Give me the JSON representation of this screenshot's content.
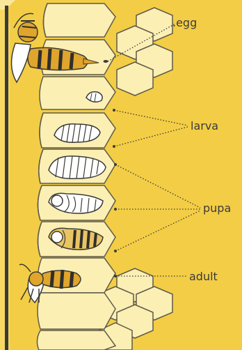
{
  "diagram": {
    "stage_labels": {
      "egg": ".egg",
      "larva": "larva",
      "pupa": "pupa",
      "adult": "adult"
    },
    "colors": {
      "background": "#f3cd45",
      "cell_fill": "#fbefb4",
      "cell_stroke": "#5e5a4a",
      "border_dark": "#3a3a36",
      "text": "#3b3b3b",
      "leader_line": "#3b3b3b",
      "bee_body": "#e0a52c",
      "bee_stripe": "#2f2f2c"
    }
  }
}
